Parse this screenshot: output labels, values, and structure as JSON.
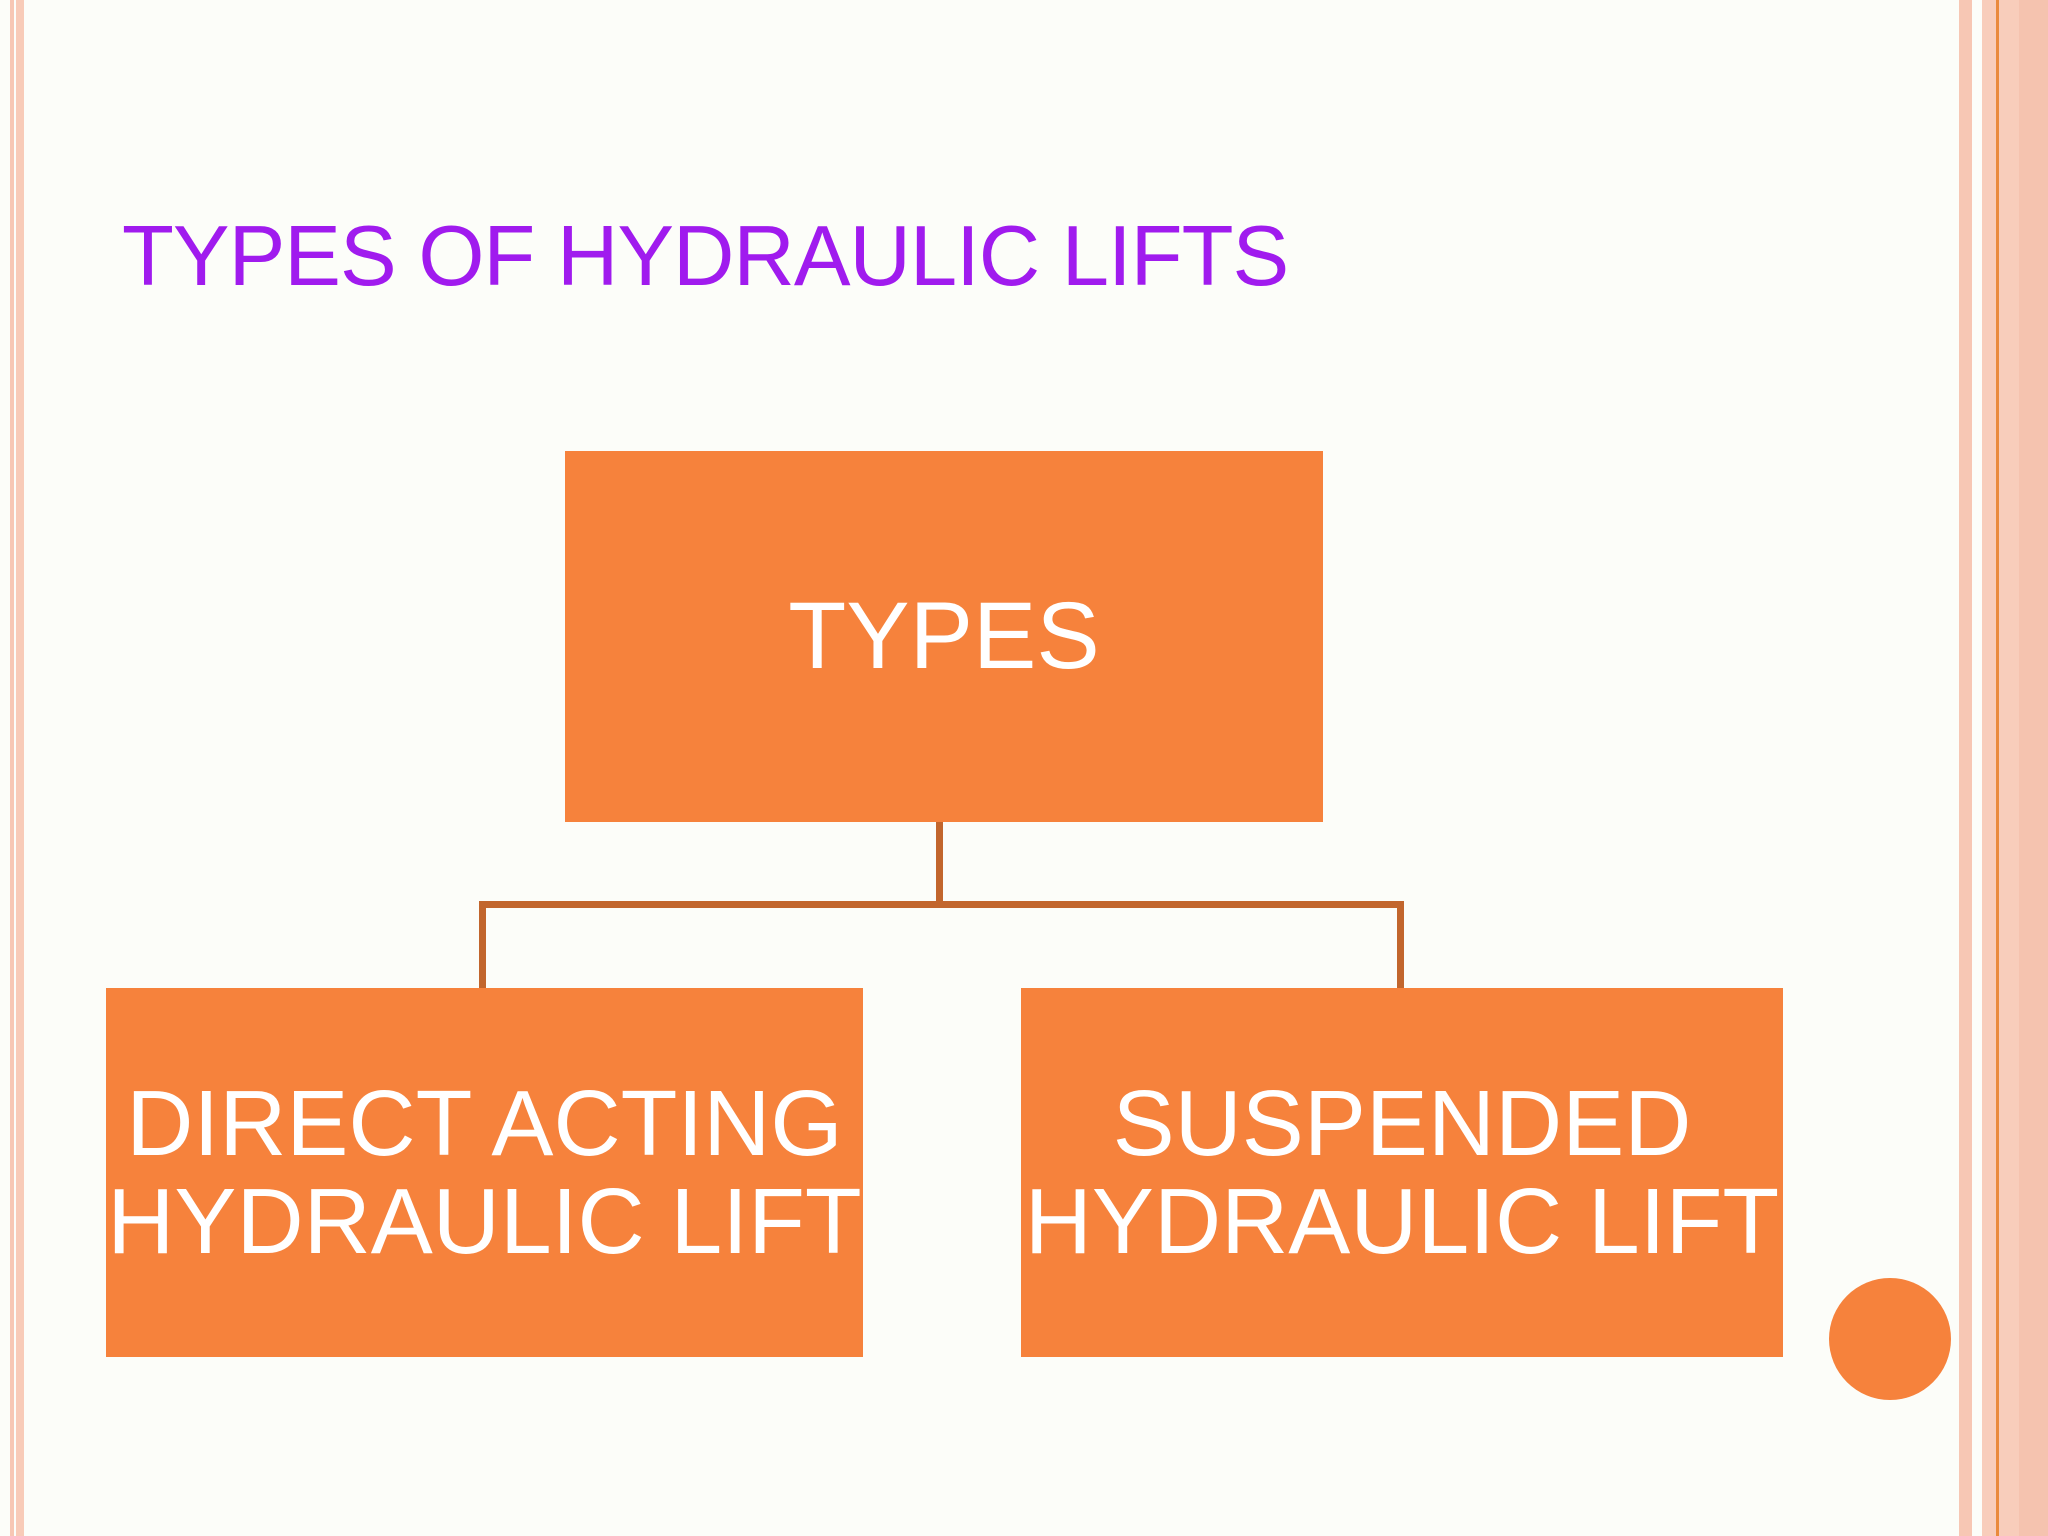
{
  "slide": {
    "title": "TYPES OF HYDRAULIC LIFTS",
    "diagram": {
      "type": "hierarchy",
      "root": {
        "label": "TYPES"
      },
      "children": [
        {
          "label": "DIRECT ACTING HYDRAULIC LIFT"
        },
        {
          "label": "SUSPENDED HYDRAULIC LIFT"
        }
      ]
    },
    "colors": {
      "background": "#FCFDF9",
      "title_text": "#A01BEE",
      "box_fill": "#F6823C",
      "box_text": "#FFFFFF",
      "connector_line": "#C2662D",
      "border_stripe_pink": "#F8CBB8",
      "border_band_pink": "#F8CDBB",
      "border_accent_orange_line": "#EA8A3C",
      "accent_circle": "#F6823C"
    }
  }
}
